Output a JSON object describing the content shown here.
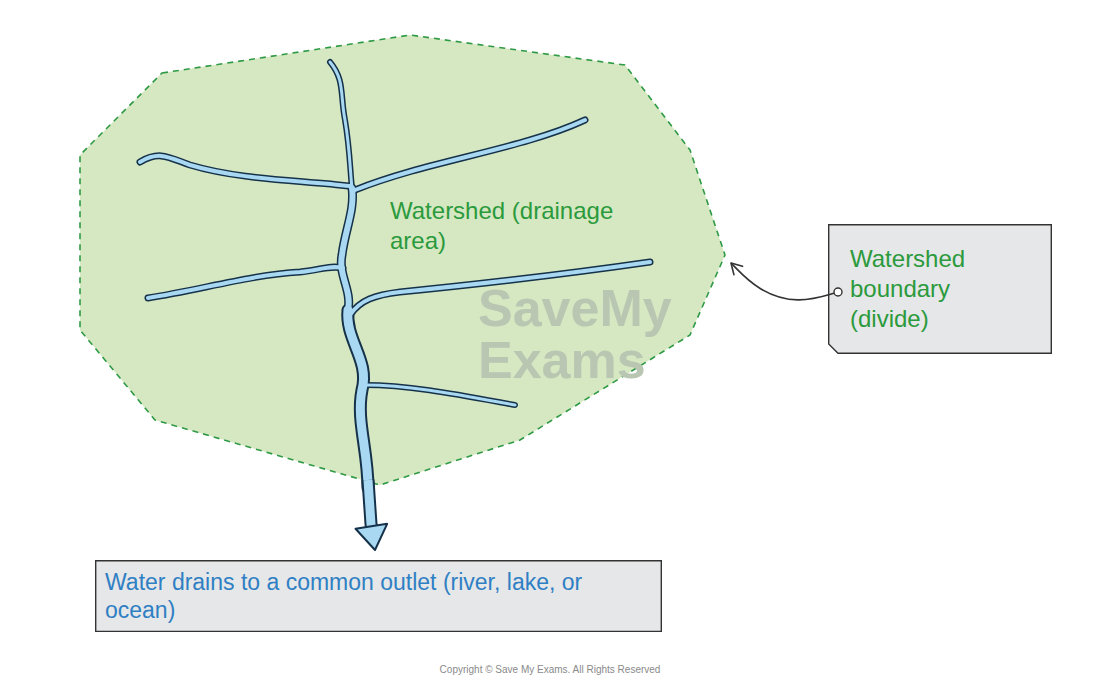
{
  "diagram": {
    "nodes": [
      {
        "text": [
          "Watershed (drainage area)"
        ]
      },
      {
        "text": [
          "Watershed boundary (divide)"
        ]
      },
      {
        "text": [
          "Water drains to a common outlet (river, lake, or ocean)"
        ]
      }
    ],
    "edges": [
      {
        "from": 0,
        "to": 2,
        "arrow": "to"
      },
      {
        "from": 1,
        "to": 0,
        "arrow": "to"
      }
    ],
    "labels": [
      "SaveMy Exams",
      "Copyright © Save My Exams. All Rights Reserved"
    ]
  }
}
